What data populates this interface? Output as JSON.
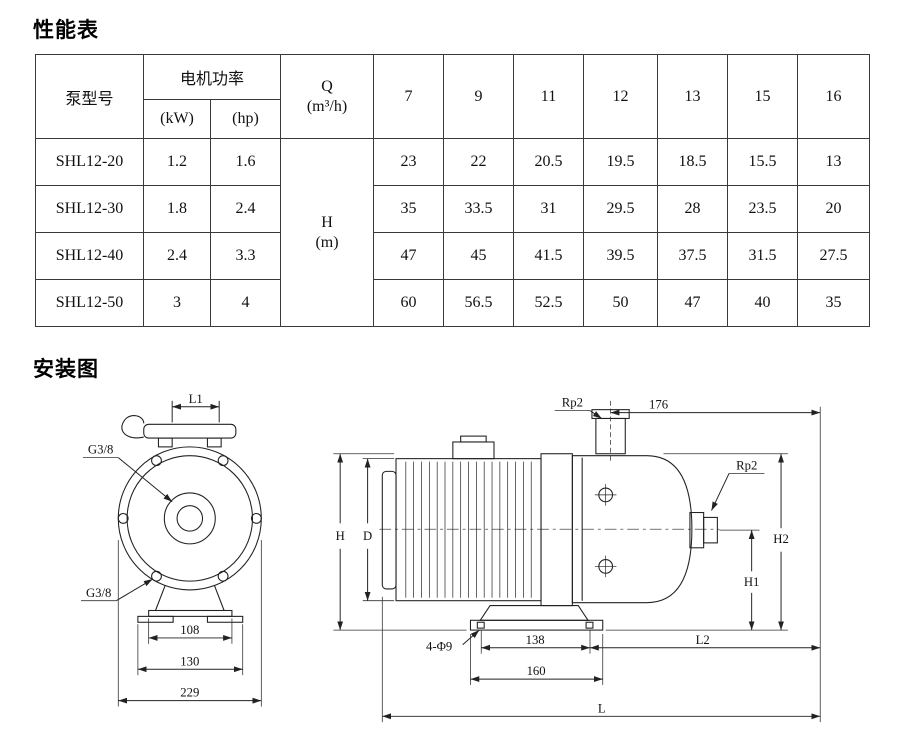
{
  "page": {
    "section1_title": "性能表",
    "section2_title": "安装图"
  },
  "perf_table": {
    "headers": {
      "pump_model": "泵型号",
      "motor_power": "电机功率",
      "kw": "(kW)",
      "hp": "(hp)",
      "q_line1": "Q",
      "q_line2": "(m³/h)",
      "h_line1": "H",
      "h_line2": "(m)"
    },
    "flow": [
      "7",
      "9",
      "11",
      "12",
      "13",
      "15",
      "16"
    ],
    "rows": [
      {
        "model": "SHL12-20",
        "kw": "1.2",
        "hp": "1.6",
        "heads": [
          "23",
          "22",
          "20.5",
          "19.5",
          "18.5",
          "15.5",
          "13"
        ]
      },
      {
        "model": "SHL12-30",
        "kw": "1.8",
        "hp": "2.4",
        "heads": [
          "35",
          "33.5",
          "31",
          "29.5",
          "28",
          "23.5",
          "20"
        ]
      },
      {
        "model": "SHL12-40",
        "kw": "2.4",
        "hp": "3.3",
        "heads": [
          "47",
          "45",
          "41.5",
          "39.5",
          "37.5",
          "31.5",
          "27.5"
        ]
      },
      {
        "model": "SHL12-50",
        "kw": "3",
        "hp": "4",
        "heads": [
          "60",
          "56.5",
          "52.5",
          "50",
          "47",
          "40",
          "35"
        ]
      }
    ]
  },
  "front_view": {
    "l1": "L1",
    "g38_top": "G3/8",
    "g38_bottom": "G3/8",
    "w_feet": "108",
    "w_pads": "130",
    "w_overall": "229"
  },
  "side_view": {
    "rp2_top": "Rp2",
    "top_span": "176",
    "rp2_side": "Rp2",
    "h": "H",
    "d": "D",
    "h1": "H1",
    "h2": "H2",
    "holes": "4-Φ9",
    "hole_span": "138",
    "l2": "L2",
    "base_len": "160",
    "l": "L"
  }
}
